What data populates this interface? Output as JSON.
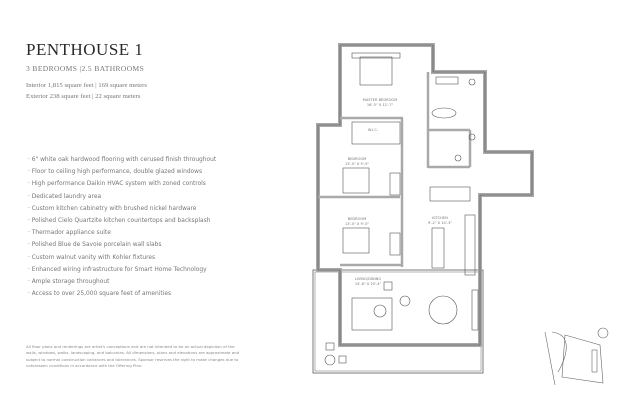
{
  "title": "PENTHOUSE 1",
  "subtitle": "3 BEDROOMS |2.5 BATHROOMS",
  "interior": "Interior 1,815  square feet | 169 square meters",
  "exterior": "Exterior 238 square feet  |  22 square meters",
  "features": [
    "6\" white oak hardwood flooring with cerused finish throughout",
    "Floor to ceiling high performance, double glazed windows",
    "High performance Daikin HVAC system with zoned controls",
    "Dedicated laundry area",
    "Custom kitchen cabinetry with brushed nickel hardware",
    "Polished Cielo Quartzite kitchen countertops and backsplash",
    "Thermador appliance suite",
    "Polished Blue de Savoie porcelain wall slabs",
    "Custom walnut vanity with Kohler fixtures",
    "Enhanced wiring infrastructure for Smart Home Technology",
    "Ample storage throughout",
    "Access to over 25,000 square feet of amenities"
  ],
  "disclaimer": "All floor plans and renderings are artist's conceptions and are not intended to be an actual depiction of the walls, windows, walks, landscaping, and balconies. All dimensions, plans and elevations are approximate and subject to normal construction variances and tolerances. Sponsor reserves the right to make changes due to unforeseen conditions in accordance with the Offering Plan.",
  "rooms": {
    "master": {
      "name": "MASTER BEDROOM",
      "dims": "16'-5\" X 12'-7\""
    },
    "wic": {
      "name": "W.I.C."
    },
    "bedroom1": {
      "name": "BEDROOM",
      "dims": "13'-0\" X 9'-5\""
    },
    "bedroom2": {
      "name": "BEDROOM",
      "dims": "13'-0\" X 9'-5\""
    },
    "kitchen": {
      "name": "KITCHEN",
      "dims": "9'-2\" X 14'-3\""
    },
    "living": {
      "name": "LIVING/DINING",
      "dims": "14'-8\" X 20'-4\""
    }
  },
  "colors": {
    "wall": "#a9a9a9",
    "line": "#444444"
  }
}
